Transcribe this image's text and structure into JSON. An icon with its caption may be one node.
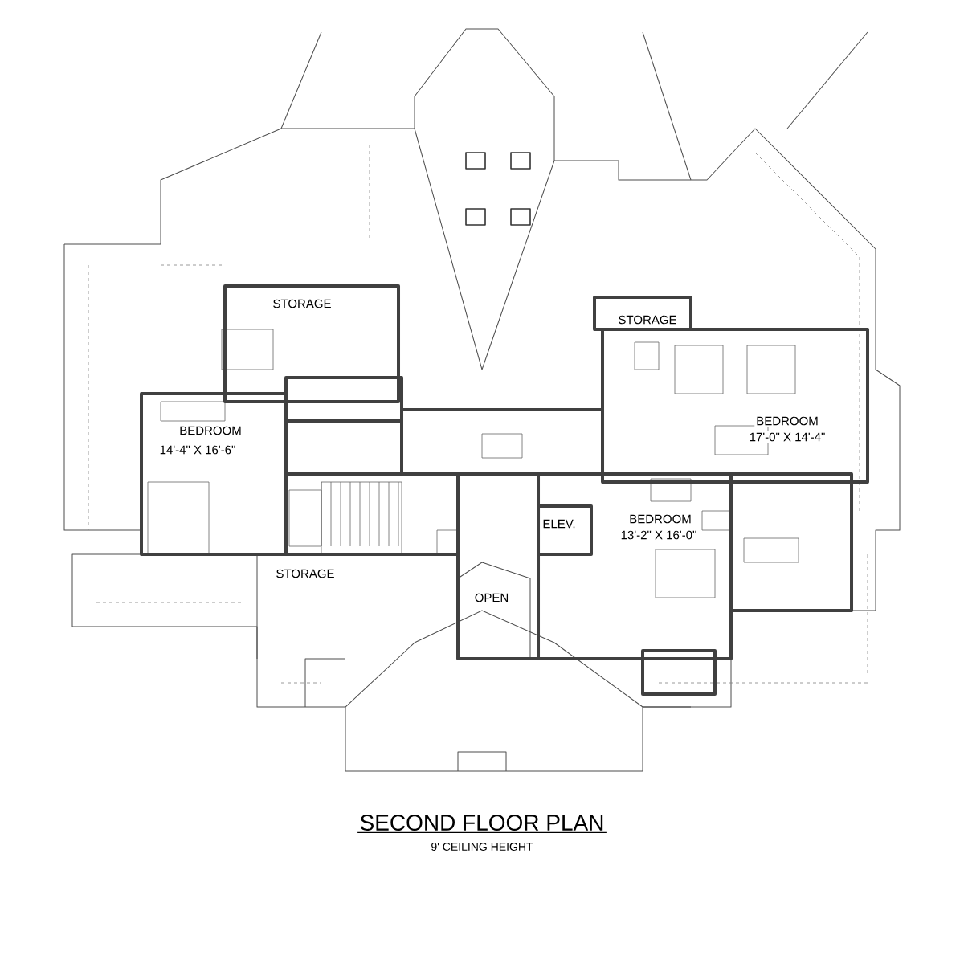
{
  "diagram": {
    "title": "SECOND FLOOR PLAN",
    "caption": "9' CEILING HEIGHT",
    "labels": [
      "STORAGE",
      "STORAGE",
      "BEDROOM",
      "17'-0\" X 14'-4\"",
      "BEDROOM",
      "14'-4\" X 16'-6\"",
      "ELEV.",
      "BEDROOM",
      "13'-2\" X 16'-0\"",
      "STORAGE",
      "OPEN"
    ]
  }
}
